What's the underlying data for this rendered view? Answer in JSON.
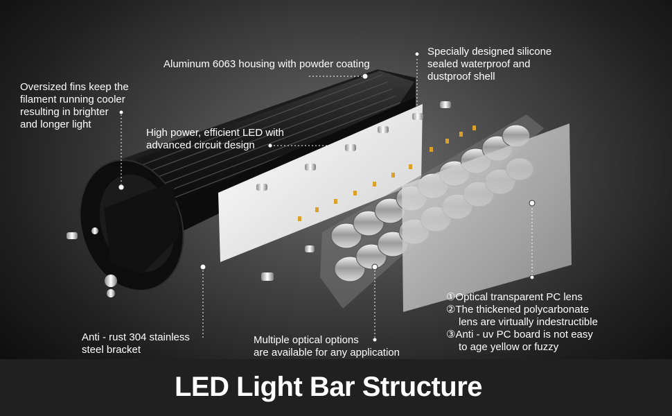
{
  "title": "LED Light Bar Structure",
  "callouts": {
    "housing": "Aluminum 6063 housing with powder coating",
    "silicone": [
      "Specially designed silicone",
      "sealed waterproof and",
      "dustproof shell"
    ],
    "fins": [
      "Oversized fins keep the",
      "filament running cooler",
      "resulting in brighter",
      "and longer light"
    ],
    "led": [
      "High power, efficient LED with",
      "advanced circuit design"
    ],
    "bracket": [
      "Anti - rust 304 stainless",
      "steel bracket"
    ],
    "optical": [
      "Multiple optical options",
      "are available for any application"
    ],
    "lens": [
      "①Optical transparent PC lens",
      "②The thickened polycarbonate",
      "lens are virtually indestructible",
      "③Anti - uv PC board is not easy",
      "to age yellow or fuzzy"
    ]
  },
  "colors": {
    "accent": "#ffffff",
    "footer": "#202020",
    "housing": "#141414"
  }
}
